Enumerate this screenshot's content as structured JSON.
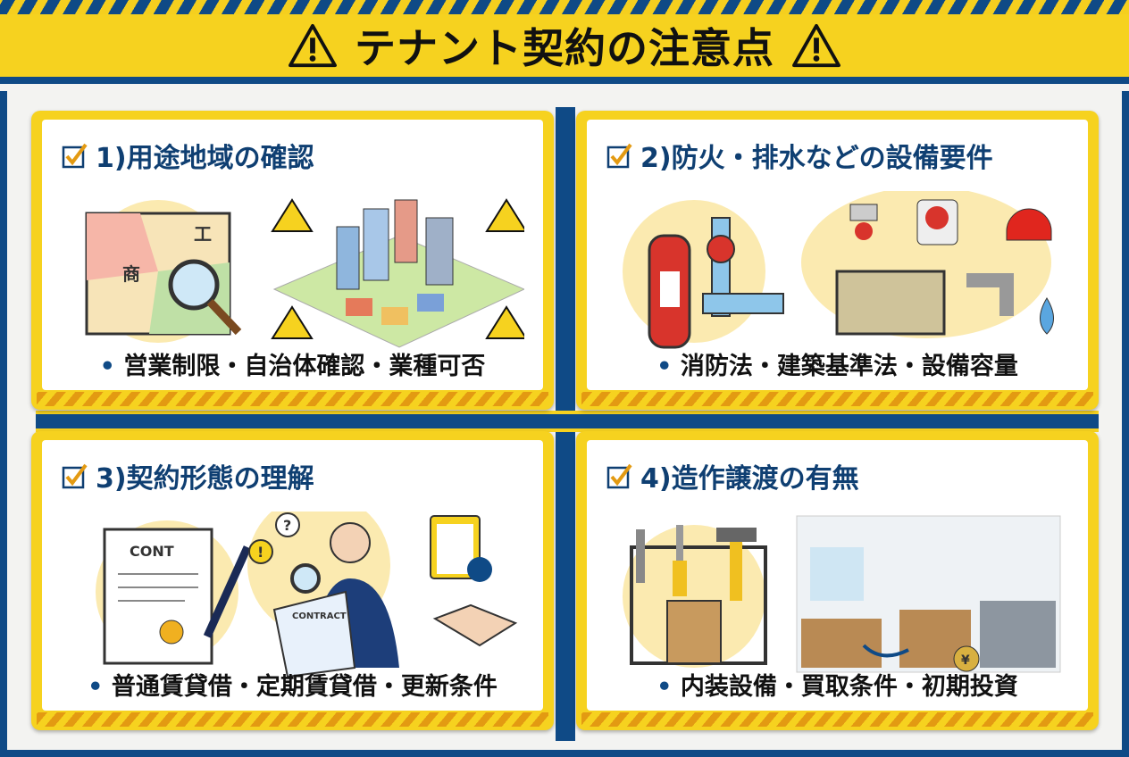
{
  "header": {
    "title": "テナント契約の注意点",
    "icon": "warning-icon"
  },
  "cards": [
    {
      "title": "1)用途地域の確認",
      "footer": "営業制限・自治体確認・業種可否",
      "bullet": "•",
      "labels": {
        "commercial": "商",
        "industrial": "工"
      }
    },
    {
      "title": "2)防火・排水などの設備要件",
      "footer": "消防法・建築基準法・設備容量",
      "bullet": "•"
    },
    {
      "title": "3)契約形態の理解",
      "footer": "普通賃貸借・定期賃貸借・更新条件",
      "bullet": "•",
      "labels": {
        "doc": "CONT",
        "contract": "CONTRACT",
        "question": "?",
        "alert": "!"
      }
    },
    {
      "title": "4)造作譲渡の有無",
      "footer": "内装設備・買取条件・初期投資",
      "bullet": "•",
      "labels": {
        "yen": "¥"
      }
    }
  ],
  "colors": {
    "yellow": "#f6d21f",
    "navy": "#0f4a86",
    "orange": "#e39a12"
  }
}
